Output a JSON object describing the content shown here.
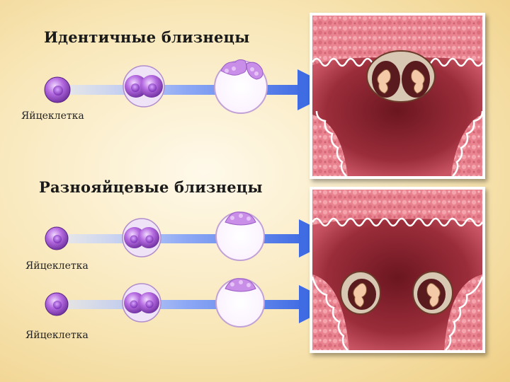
{
  "slide": {
    "identical_title": "Идентичные близнецы",
    "fraternal_title": "Разнояйцевые близнецы",
    "egg_label_1": "Яйцеклетка",
    "egg_label_2": "Яйцеклетка",
    "egg_label_3": "Яйцеклетка"
  },
  "colors": {
    "background": "#f5dfa6",
    "arrow": "#4a76e6",
    "cell": "#a65fd6",
    "uterus_tissue": "#e57a86"
  }
}
